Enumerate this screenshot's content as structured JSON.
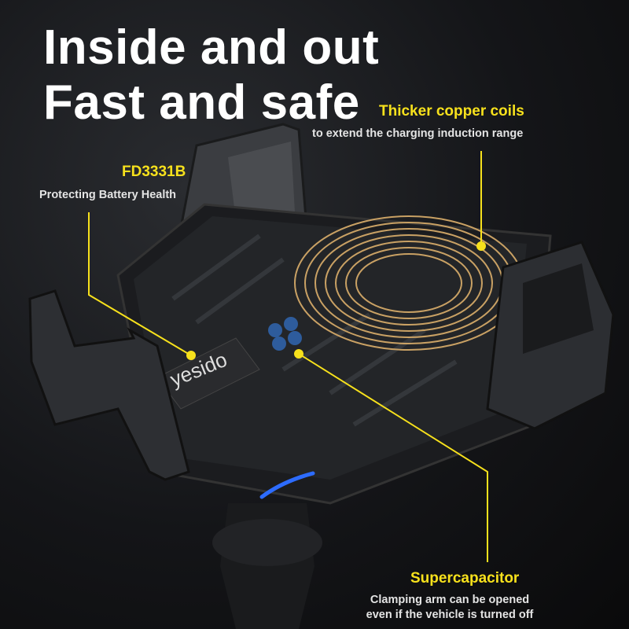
{
  "headline": {
    "line1": "Inside and out",
    "line2": "Fast and safe"
  },
  "callouts": {
    "coils": {
      "title": "Thicker copper coils",
      "desc": "to extend the charging induction range"
    },
    "chip": {
      "title": "FD3331B",
      "desc": "Protecting Battery Health"
    },
    "capacitor": {
      "title": "Supercapacitor",
      "desc_line1": "Clamping arm can be opened",
      "desc_line2": "even if the vehicle is turned off"
    }
  },
  "brand_logo": "yesido",
  "colors": {
    "accent": "#f7e11c",
    "text": "#ffffff",
    "led": "#2d6cff",
    "coil": "#c9a164"
  }
}
